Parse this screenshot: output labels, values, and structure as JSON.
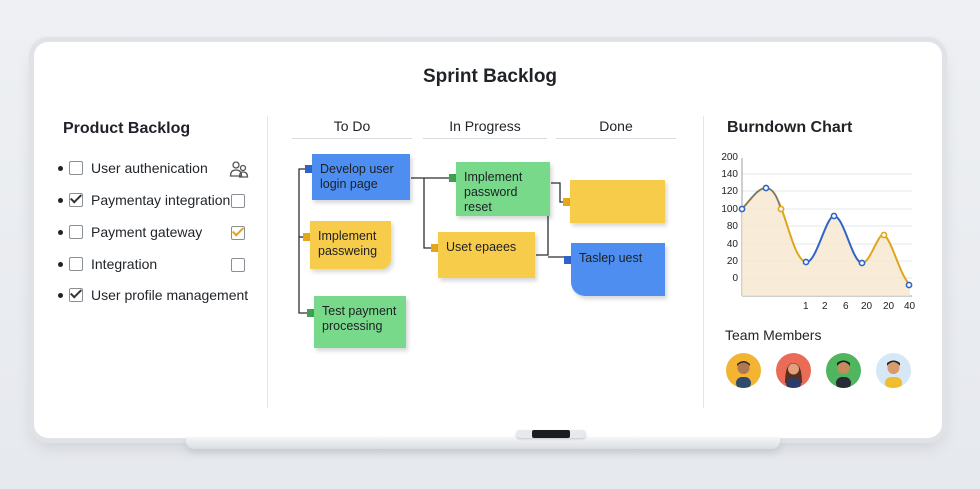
{
  "board": {
    "title": "Sprint Backlog"
  },
  "product_backlog": {
    "title": "Product Backlog",
    "items": [
      {
        "label": "User authenication",
        "checked": false,
        "right_icon": "users-icon"
      },
      {
        "label": "Paymentay integration",
        "checked": true,
        "right_checked": false
      },
      {
        "label": "Payment gateway",
        "checked": false,
        "right_checked": true
      },
      {
        "label": "Integration",
        "checked": false,
        "right_checked": false
      },
      {
        "label": "User profile management",
        "checked": true
      }
    ]
  },
  "kanban": {
    "columns": [
      "To Do",
      "In Progress",
      "Done"
    ],
    "cards": {
      "todo": [
        "Develop user login page",
        "Implement passweing",
        "Test payment processing"
      ],
      "in_progress": [
        "Implement password reset",
        "Uset epaees"
      ],
      "done": [
        "",
        "Taslep uest"
      ]
    },
    "colors": {
      "blue": "#4e8ef0",
      "yellow": "#f7cc4a",
      "green": "#79d98b"
    }
  },
  "burndown": {
    "title": "Burndown Chart",
    "yticks": [
      "200",
      "140",
      "120",
      "100",
      "80",
      "40",
      "20",
      "0"
    ],
    "xticks": [
      "1",
      "2",
      "6",
      "20",
      "20",
      "40"
    ]
  },
  "team": {
    "title": "Team Members",
    "count": 4
  }
}
